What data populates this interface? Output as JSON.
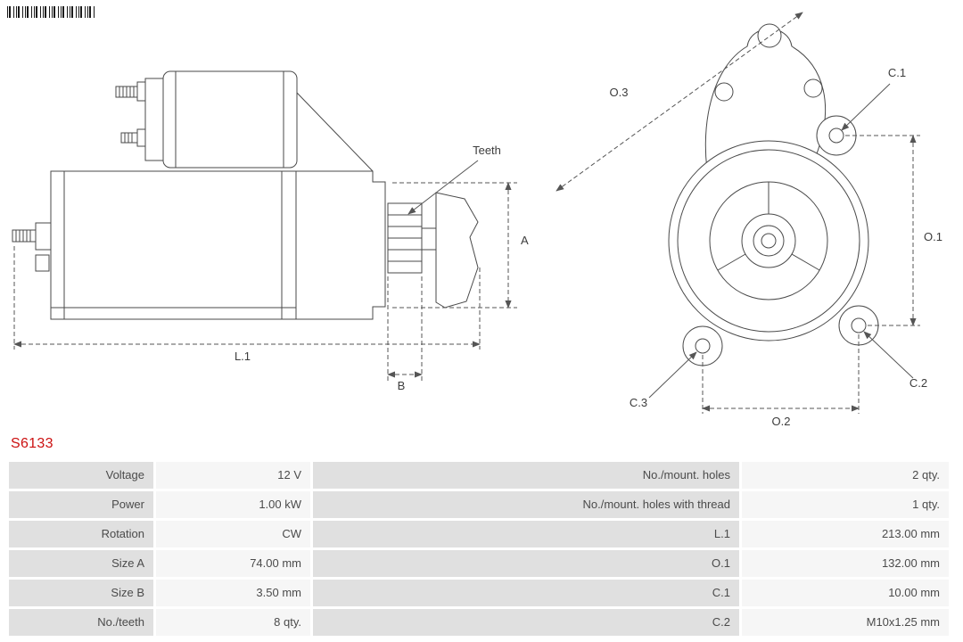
{
  "page": {
    "part_number": "S6133"
  },
  "colors": {
    "part_number_red": "#cc1111",
    "table_label_bg": "#e0e0e0",
    "table_value_bg": "#f6f6f6",
    "line_art": "#4a4a4a"
  },
  "diagram": {
    "side_view": {
      "labels": {
        "teeth": "Teeth",
        "a": "A",
        "l1": "L.1",
        "b": "B"
      }
    },
    "front_view": {
      "labels": {
        "o1": "O.1",
        "o2": "O.2",
        "o3": "O.3",
        "c1": "C.1",
        "c2": "C.2",
        "c3": "C.3"
      }
    }
  },
  "specs_table": {
    "rows": [
      {
        "label_left": "Voltage",
        "value_left": "12 V",
        "label_right": "No./mount. holes",
        "value_right": "2 qty."
      },
      {
        "label_left": "Power",
        "value_left": "1.00 kW",
        "label_right": "No./mount. holes with thread",
        "value_right": "1 qty."
      },
      {
        "label_left": "Rotation",
        "value_left": "CW",
        "label_right": "L.1",
        "value_right": "213.00 mm"
      },
      {
        "label_left": "Size A",
        "value_left": "74.00 mm",
        "label_right": "O.1",
        "value_right": "132.00 mm"
      },
      {
        "label_left": "Size B",
        "value_left": "3.50 mm",
        "label_right": "C.1",
        "value_right": "10.00 mm"
      },
      {
        "label_left": "No./teeth",
        "value_left": "8 qty.",
        "label_right": "C.2",
        "value_right": "M10x1.25 mm"
      }
    ]
  }
}
